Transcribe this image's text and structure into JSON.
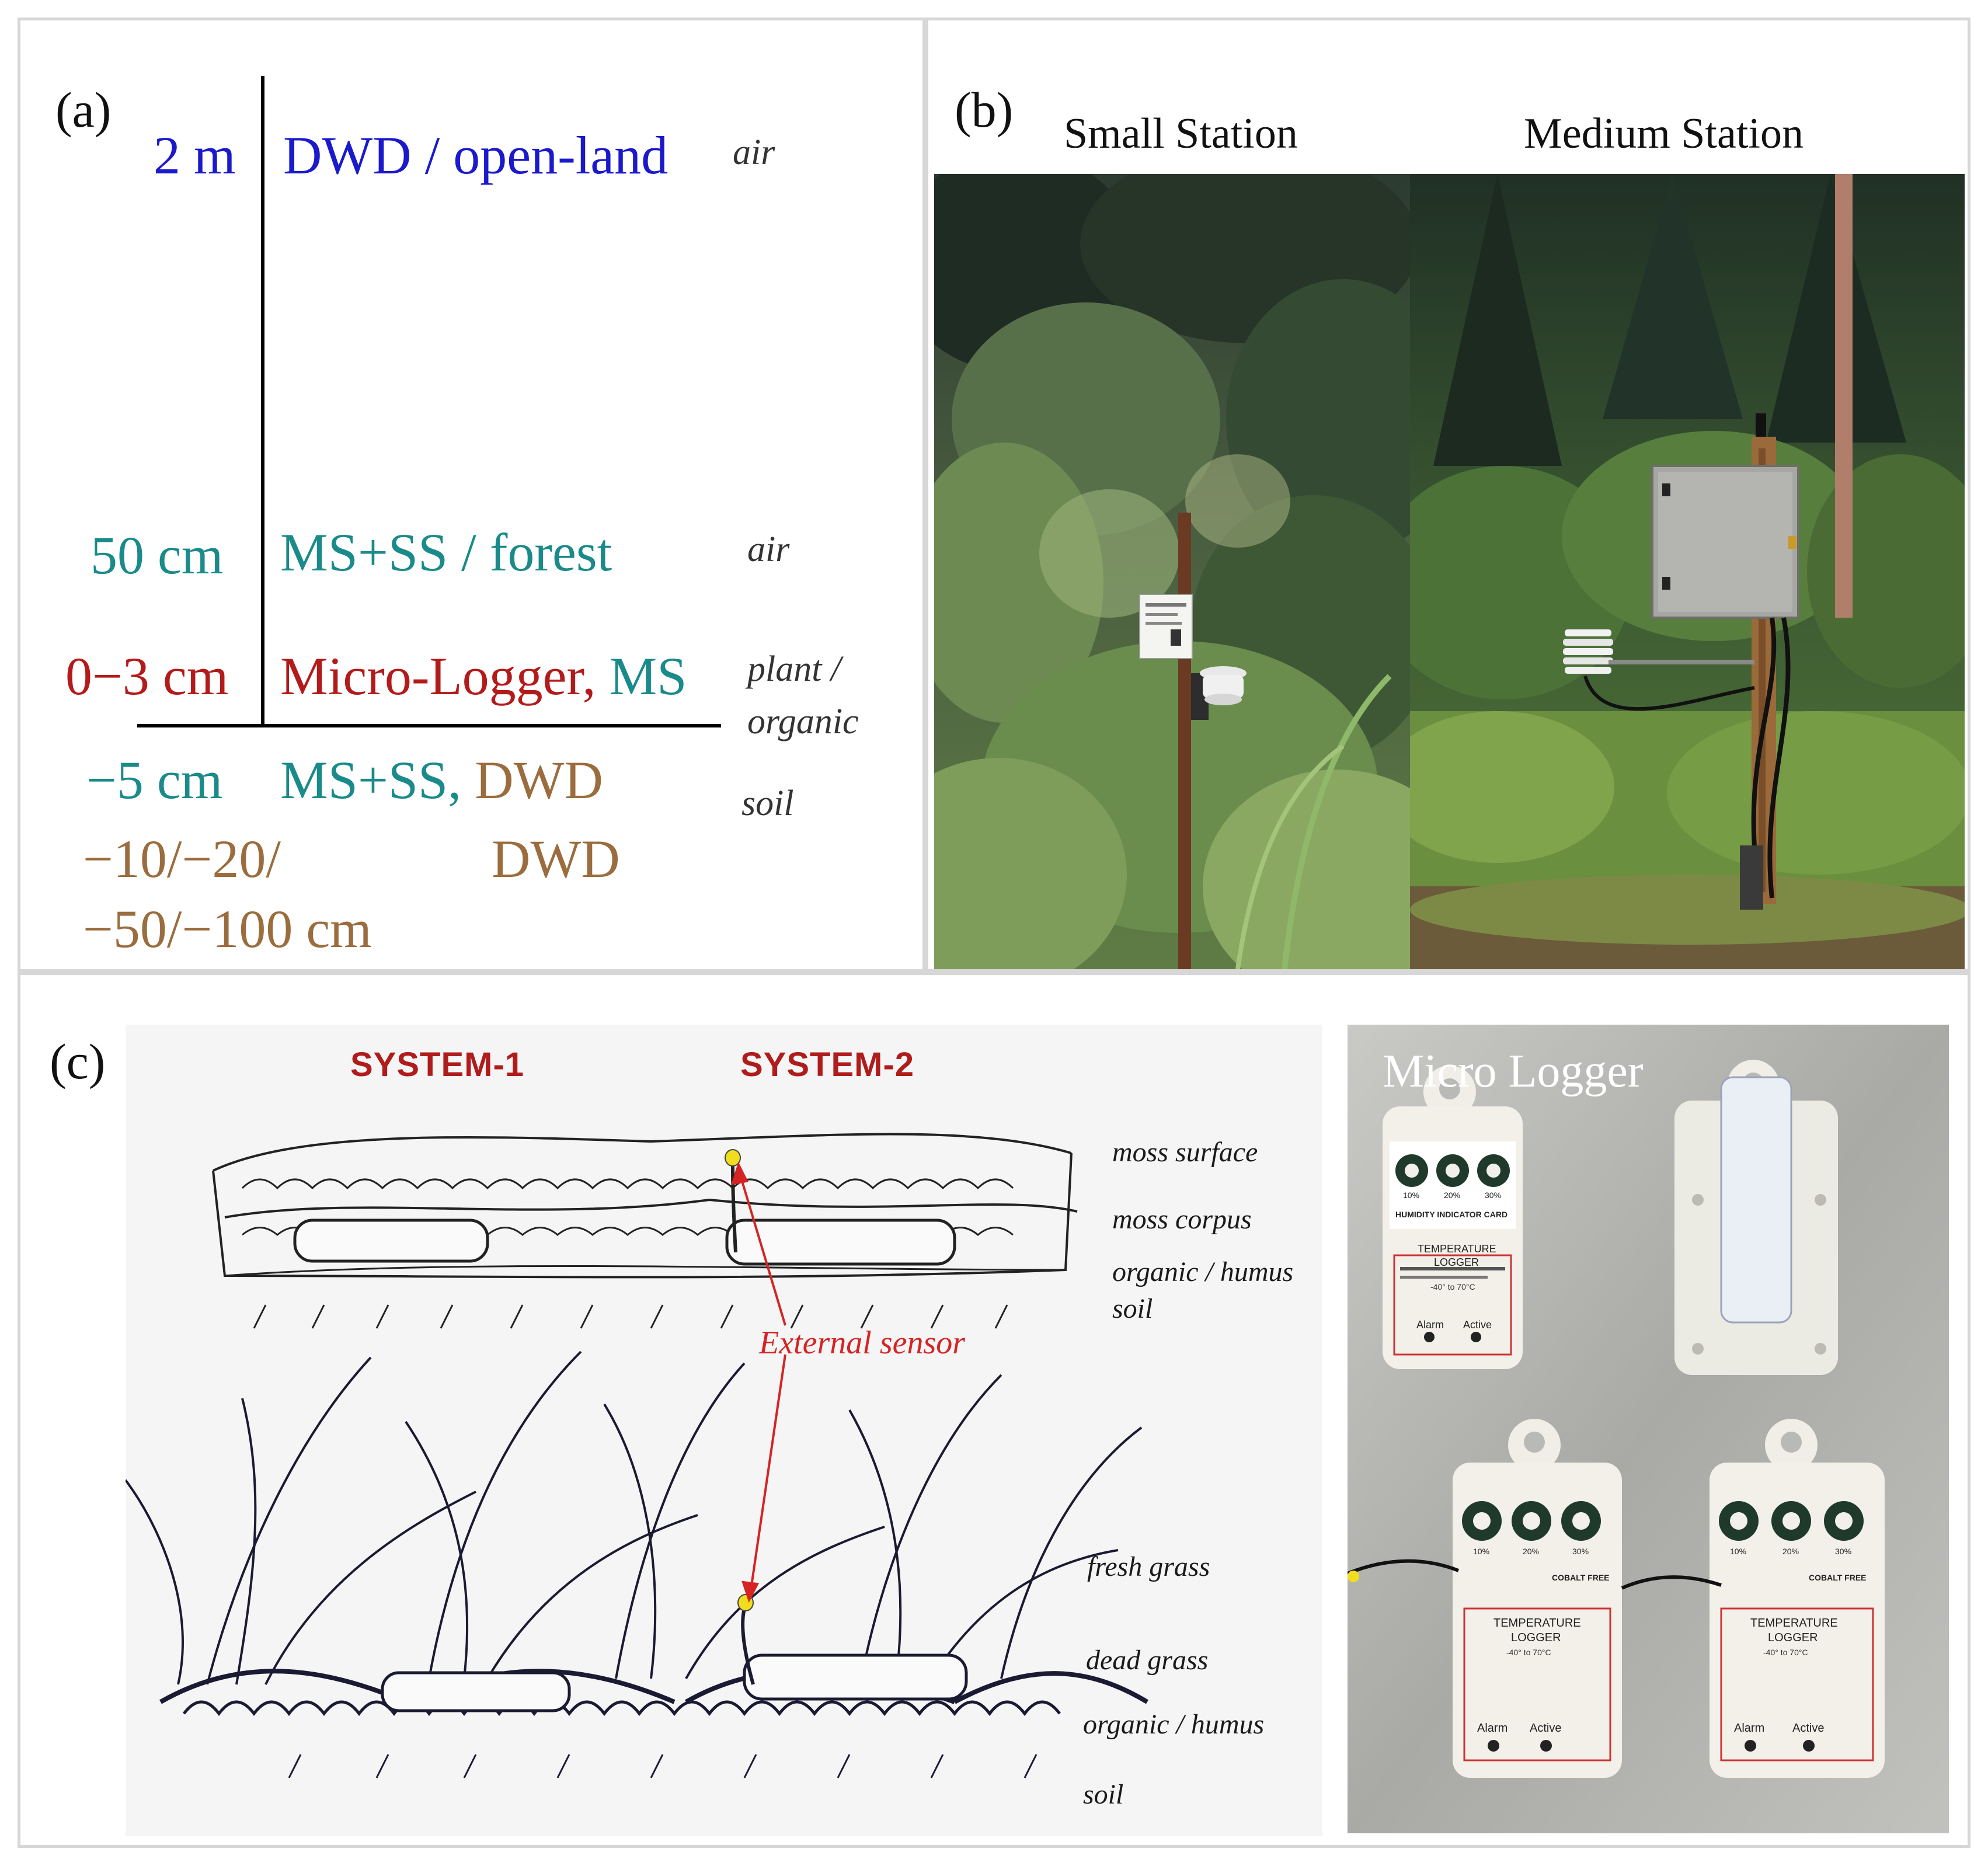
{
  "panel_a": {
    "letter": "(a)",
    "rows": [
      {
        "height": "2 m",
        "text_parts": [
          "DWD / open-land"
        ],
        "layer": "air"
      },
      {
        "height": "50 cm",
        "text_parts": [
          "MS+SS / forest"
        ],
        "layer": "air"
      },
      {
        "height": "0−3 cm",
        "text_parts": [
          "Micro-Logger,",
          "MS"
        ],
        "layer_lines": [
          "plant /",
          "organic"
        ]
      },
      {
        "height": "−5 cm",
        "text_parts": [
          "MS+SS,",
          "DWD"
        ],
        "layer": "soil"
      },
      {
        "height_lines": [
          "−10/−20/",
          "−50/−100 cm"
        ],
        "text_parts": [
          "DWD"
        ]
      }
    ],
    "colors": {
      "dwd_openland": "#1a1acc",
      "ms_ss": "#1a8a8a",
      "micro_logger": "#b31b1b",
      "dwd_soil": "#9b6d3e"
    }
  },
  "panel_b": {
    "letter": "(b)",
    "titles": [
      "Small Station",
      "Medium Station"
    ]
  },
  "panel_c": {
    "letter": "(c)",
    "systems": [
      "SYSTEM-1",
      "SYSTEM-2"
    ],
    "moss_labels": [
      "moss surface",
      "moss corpus",
      "organic / humus",
      "soil"
    ],
    "grass_labels": [
      "fresh grass",
      "dead grass",
      "organic / humus",
      "soil"
    ],
    "sensor_label": "External sensor",
    "photo_title": "Micro Logger",
    "logger_labels": {
      "card": "HUMIDITY INDICATOR CARD",
      "logger_line1": "TEMPERATURE",
      "logger_line2": "LOGGER",
      "range": "-40° to 70°C",
      "alarm": "Alarm",
      "active": "Active",
      "cobalt": "COBALT FREE",
      "pct": [
        "10%",
        "20%",
        "30%"
      ]
    }
  }
}
